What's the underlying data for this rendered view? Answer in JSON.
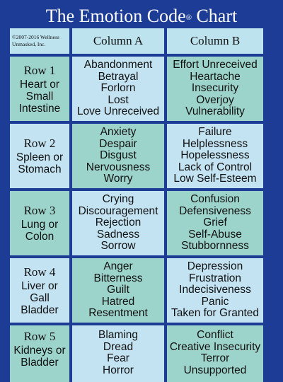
{
  "title": "The Emotion Code",
  "title_mark": "®",
  "title_suffix": "Chart",
  "copyright": "©2007-2016 Wellness Unmasked, Inc.",
  "columns": [
    "Column A",
    "Column B"
  ],
  "rows": [
    {
      "label": "Row 1",
      "organs": [
        "Heart or",
        "Small",
        "Intestine"
      ],
      "column_a": [
        "Abandonment",
        "Betrayal",
        "Forlorn",
        "Lost",
        "Love Unreceived"
      ],
      "column_b": [
        "Effort Unreceived",
        "Heartache",
        "Insecurity",
        "Overjoy",
        "Vulnerability"
      ]
    },
    {
      "label": "Row 2",
      "organs": [
        "Spleen or",
        "Stomach"
      ],
      "column_a": [
        "Anxiety",
        "Despair",
        "Disgust",
        "Nervousness",
        "Worry"
      ],
      "column_b": [
        "Failure",
        "Helplessness",
        "Hopelessness",
        "Lack of Control",
        "Low Self-Esteem"
      ]
    },
    {
      "label": "Row 3",
      "organs": [
        "Lung or",
        "Colon"
      ],
      "column_a": [
        "Crying",
        "Discouragement",
        "Rejection",
        "Sadness",
        "Sorrow"
      ],
      "column_b": [
        "Confusion",
        "Defensiveness",
        "Grief",
        "Self-Abuse",
        "Stubbornness"
      ]
    },
    {
      "label": "Row 4",
      "organs": [
        "Liver or",
        "Gall",
        "Bladder"
      ],
      "column_a": [
        "Anger",
        "Bitterness",
        "Guilt",
        "Hatred",
        "Resentment"
      ],
      "column_b": [
        "Depression",
        "Frustration",
        "Indecisiveness",
        "Panic",
        "Taken for Granted"
      ]
    },
    {
      "label": "Row 5",
      "organs": [
        "Kidneys or",
        "Bladder"
      ],
      "column_a": [
        "Blaming",
        "Dread",
        "Fear",
        "Horror"
      ],
      "column_b": [
        "Conflict",
        "Creative Insecurity",
        "Terror",
        "Unsupported"
      ]
    }
  ],
  "colors": {
    "background": "#1d3c96",
    "teal_cell": "#9cd3cb",
    "blue_cell": "#c3e3f2"
  }
}
